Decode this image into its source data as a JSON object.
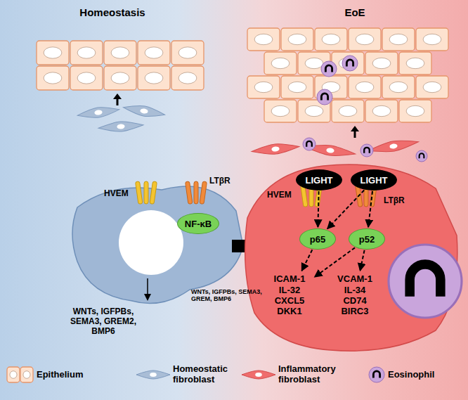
{
  "diagram": {
    "nodes": [
      {
        "text": [
          "NF-κB"
        ]
      },
      {
        "text": [
          "LIGHT"
        ]
      },
      {
        "text": [
          "LIGHT"
        ]
      },
      {
        "text": [
          "p65"
        ]
      },
      {
        "text": [
          "p52"
        ]
      },
      {
        "text": [
          "ICAM-1 IL-32 CXCL5 DKK1"
        ]
      },
      {
        "text": [
          "VCAM-1 IL-34 CD74 BIRC3"
        ]
      }
    ],
    "edges": [
      {
        "from": 1,
        "to": 3,
        "arrow": "to"
      },
      {
        "from": 2,
        "to": 3,
        "arrow": "to"
      },
      {
        "from": 2,
        "to": 4,
        "arrow": "to"
      },
      {
        "from": 3,
        "to": 5,
        "arrow": "to"
      },
      {
        "from": 4,
        "to": 5,
        "arrow": "to"
      },
      {
        "from": 4,
        "to": 6,
        "arrow": "to"
      }
    ],
    "labels": [
      "Homeostasis",
      "EoE",
      "HVEM",
      "LTβR",
      "WNTs, IGFPBs, SEMA3, GREM2, BMP6",
      "HVEM",
      "LTβR",
      "WNTs, IGFPBs, SEMA3, GREM, BMP6"
    ],
    "legend": [
      {
        "text": "Epithelium"
      },
      {
        "text": "Homeostatic fibroblast"
      },
      {
        "text": "Inflammatory fibroblast"
      },
      {
        "text": "Eosinophil"
      }
    ]
  }
}
